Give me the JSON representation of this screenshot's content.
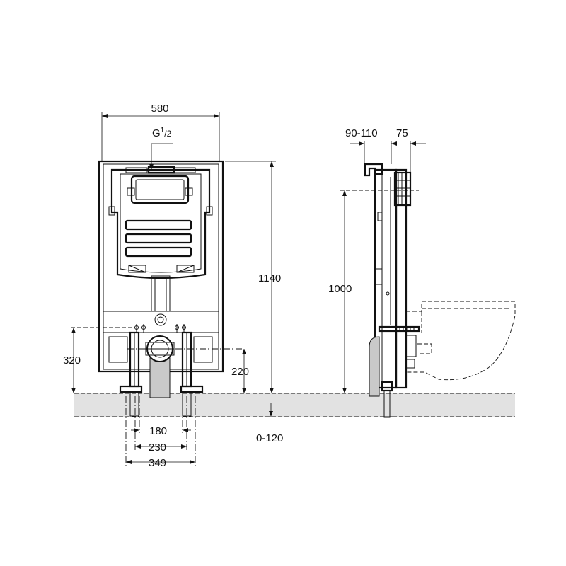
{
  "dimensions": {
    "frame_width": "580",
    "inlet": "G",
    "inlet_sup": "1",
    "inlet_sub": "/2",
    "frame_height": "1140",
    "outlet_height": "320",
    "flush_height": "220",
    "inner_spacing": "180",
    "mid_spacing": "230",
    "outer_spacing": "349",
    "floor_range": "0-120",
    "depth_range": "90-110",
    "depth_extra": "75",
    "cistern_height": "1000"
  },
  "colors": {
    "floor": "#e2e2e2",
    "fill_dark": "#c9c9c9",
    "line": "#111111"
  }
}
